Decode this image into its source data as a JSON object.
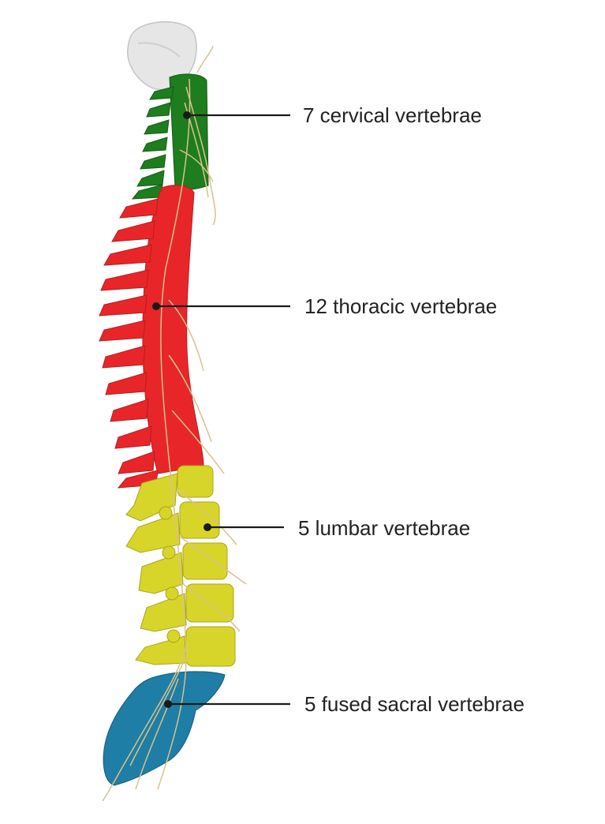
{
  "colors": {
    "skull": "#e6e6e6",
    "cervical": "#1e7d1e",
    "thoracic": "#e8262a",
    "lumbar": "#d8d52a",
    "sacral": "#1e7ea6",
    "nerves": "#d9c28a",
    "leader_line": "#1a1a1a"
  },
  "labels": {
    "cervical": "7 cervical vertebrae",
    "thoracic": "12 thoracic vertebrae",
    "lumbar": "5 lumbar vertebrae",
    "sacral": "5 fused sacral vertebrae"
  }
}
